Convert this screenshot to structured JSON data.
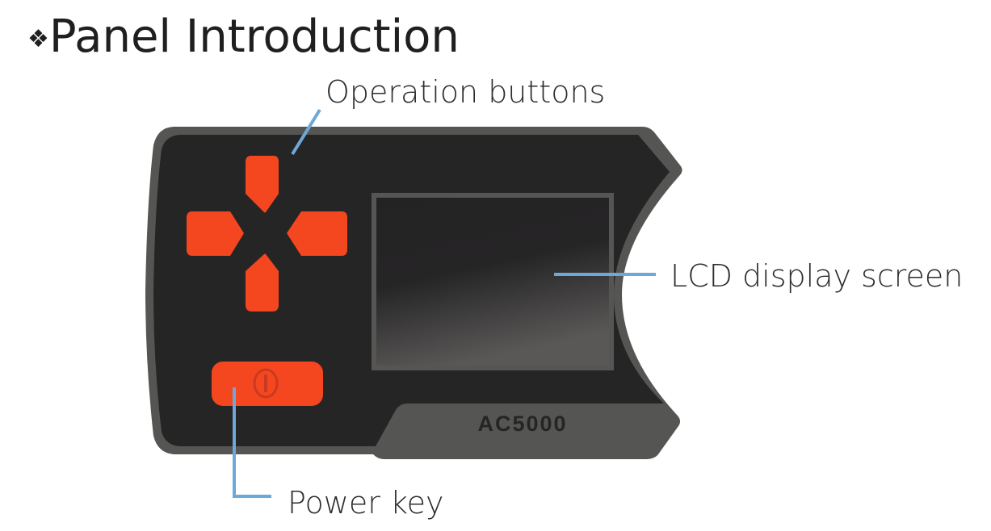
{
  "title": "Panel Introduction",
  "title_bullet": "❖",
  "device": {
    "model": "AC5000",
    "colors": {
      "body": "#555553",
      "face": "#262526",
      "button": "#f5471f",
      "leader": "#6fa8d6"
    }
  },
  "labels": {
    "operation_buttons": "Operation buttons",
    "lcd_display": "LCD display screen",
    "power_key": "Power key"
  }
}
